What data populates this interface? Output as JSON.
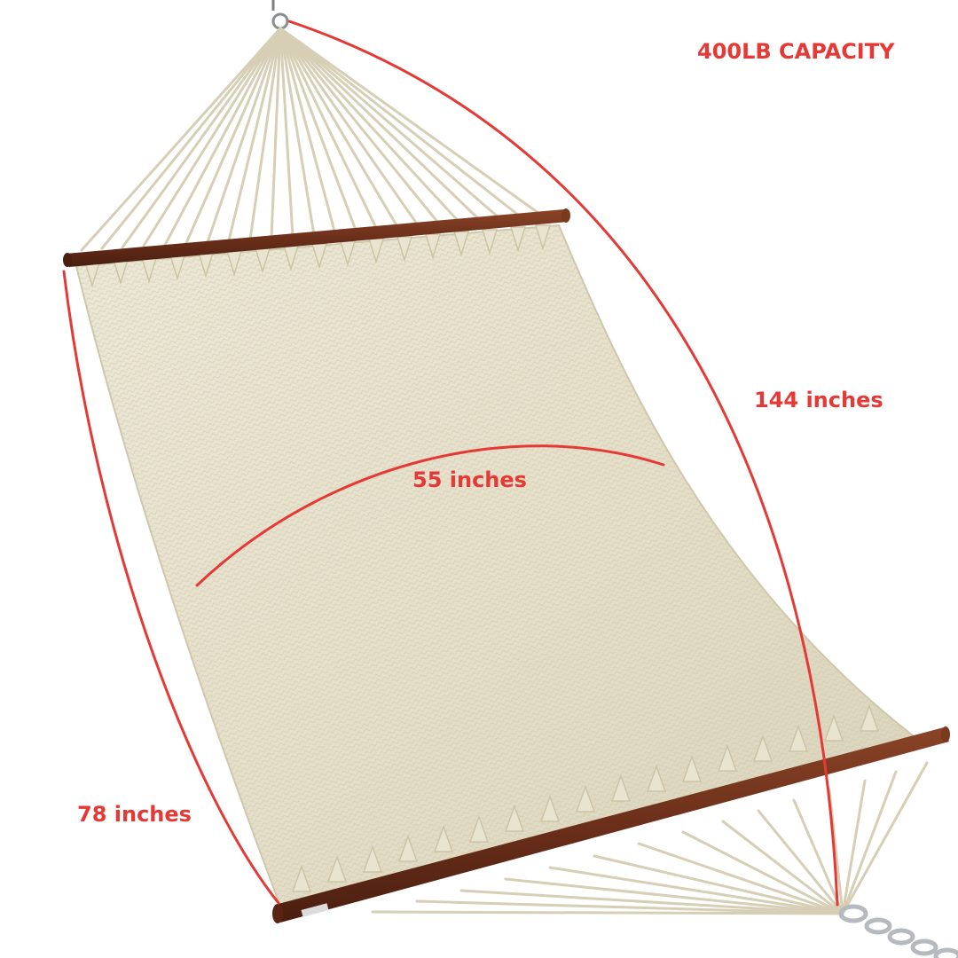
{
  "labels": {
    "capacity": "400LB CAPACITY",
    "length": "144 inches",
    "width": "55 inches",
    "bed_length": "78 inches"
  },
  "colors": {
    "annotation": "#e53935",
    "fabric": "#e8e3cf",
    "rope": "#d8d2bb",
    "spreader_bar": "#6b2f1a",
    "chain": "#b9bcc0"
  }
}
